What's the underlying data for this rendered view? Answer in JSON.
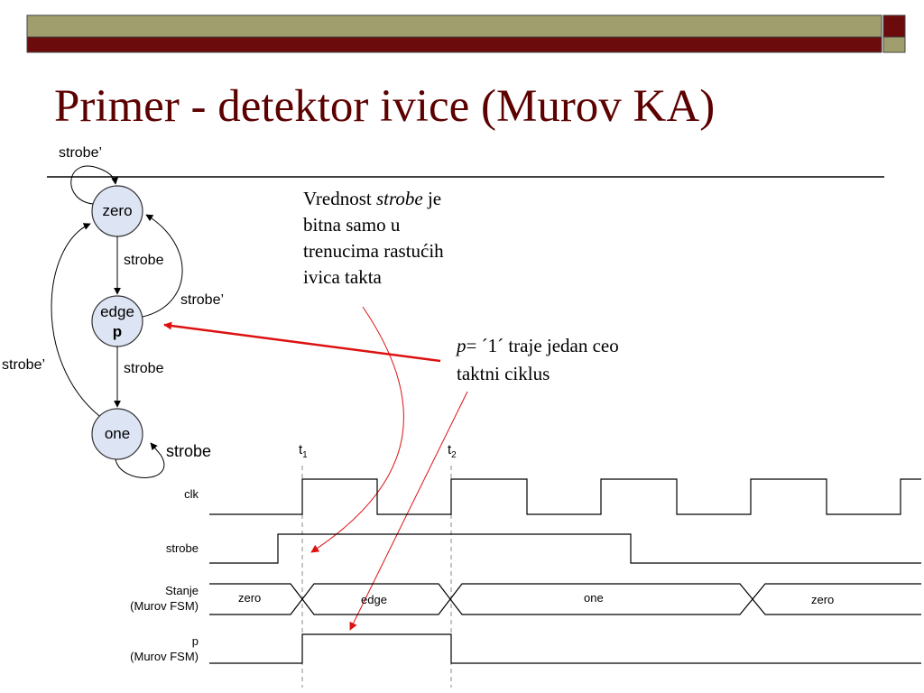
{
  "colors": {
    "header_olive": "#a19e6e",
    "header_maroon": "#6b0b0b",
    "title": "#5c0000",
    "state_fill": "#dde4f3",
    "arrow_red": "#dd1111"
  },
  "slide": {
    "title": "Primer - detektor ivice (Murov KA)"
  },
  "fsm": {
    "states": [
      "zero",
      "edge",
      "p",
      "one"
    ],
    "transitions": [
      "strobe’",
      "strobe",
      "strobe’",
      "strobe’",
      "strobe",
      "strobe"
    ]
  },
  "note1": {
    "line1a": "Vrednost ",
    "line1b": "strobe",
    "line1c": " je",
    "line2": "bitna samo u",
    "line3": "trenucima rastućih",
    "line4": "ivica takta"
  },
  "note2": {
    "line1a": "p",
    "line1b": "= ´1´ traje jedan ceo",
    "line2": "taktni ciklus"
  },
  "timing": {
    "markers": [
      {
        "label": "t",
        "sub": "1"
      },
      {
        "label": "t",
        "sub": "2"
      }
    ],
    "signals": {
      "clk": "clk",
      "strobe": "strobe",
      "state_line1": "Stanje",
      "state_line2": "(Murov FSM)",
      "p_line1": "p",
      "p_line2": "(Murov FSM)"
    },
    "state_values": [
      "zero",
      "edge",
      "one",
      "zero"
    ]
  }
}
